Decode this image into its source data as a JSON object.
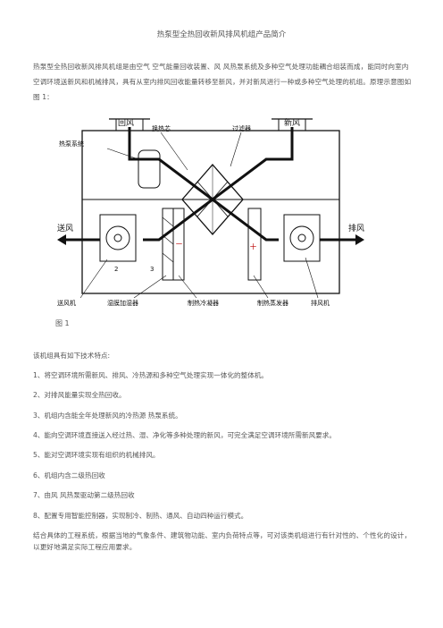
{
  "title": "热泵型全热回收新风排风机组产品简介",
  "intro": "热泵型全热回收新风排风机组是由空气 空气能量回收装置、风 风热泵系统及多种空气处理功能耦合组装而成，能同时向室内空调环境送新风和机械排风，具有从室内排风回收能量转移至新风，并对新风进行一种或多种空气处理的机组。原理示意图如图 1：",
  "diagram": {
    "label_return_air": "回风",
    "label_heat_exchanger": "换热芯",
    "label_filter": "过滤器",
    "label_fresh_air": "新风",
    "label_heat_pump": "热泵系统",
    "label_supply_air": "送风",
    "label_exhaust_air": "排风",
    "label_supply_fan": "送风机",
    "label_humidifier": "湿膜加湿器",
    "label_cooling_coil": "制热冷凝器",
    "label_heating_coil": "制热蒸发器",
    "label_exhaust_fan": "排风机",
    "num_2": "2",
    "num_3": "3",
    "minus": "－",
    "plus": "＋"
  },
  "caption": "图 1",
  "features_intro": "该机组具有如下技术特点:",
  "features": [
    "1、将空调环境所需新风、排风、冷热源和多种空气处理实现一体化的整体机。",
    "2、对排风能量实现全热回收。",
    "3、机组内含能全年处理新风的冷热源 热泵系统。",
    "4、能向空调环境直接送入经过热、湿、净化等多种处理的新风，可完全满足空调环境所需新风要求。",
    "5、能对空调环境实现有组织的机械排风。",
    "6、机组内含二级热回收",
    "7、由风 风热泵驱动第二级热回收",
    "8、配置专用智能控制器，实现制冷、制热、通风、自动四种运行模式。"
  ],
  "closing": "结合具体的工程系统，根据当地的气象条件、建筑物功能、室内负荷特点等，可对该类机组进行有针对性的、个性化的设计，以更好地满足实际工程应用要求。"
}
